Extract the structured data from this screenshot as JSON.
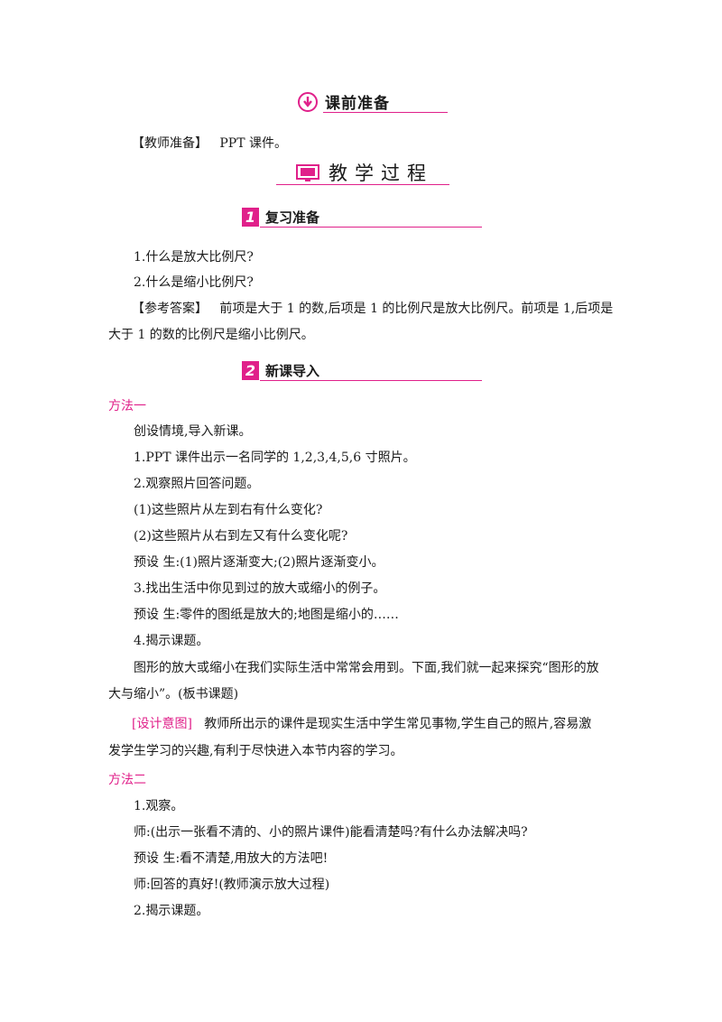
{
  "sections": {
    "prep": {
      "title": "课前准备"
    },
    "process": {
      "title": "教学过程"
    },
    "review": {
      "number": "1",
      "title": "复习准备"
    },
    "intro": {
      "number": "2",
      "title": "新课导入"
    }
  },
  "teacher_prep": {
    "label": "【教师准备】",
    "text": "PPT 课件。"
  },
  "review_items": [
    "1.什么是放大比例尺?",
    "2.什么是缩小比例尺?"
  ],
  "answer": {
    "label": "【参考答案】",
    "line1": "前项是大于 1 的数,后项是 1 的比例尺是放大比例尺。前项是 1,后项是",
    "line2": "大于 1 的数的比例尺是缩小比例尺。"
  },
  "method1": {
    "title": "方法一",
    "lines": [
      "创设情境,导入新课。",
      "1.PPT 课件出示一名同学的 1,2,3,4,5,6  寸照片。",
      "2.观察照片回答问题。",
      "(1)这些照片从左到右有什么变化?",
      "(2)这些照片从右到左又有什么变化呢?",
      "预设  生:(1)照片逐渐变大;(2)照片逐渐变小。",
      "3.找出生活中你见到过的放大或缩小的例子。",
      "预设  生:零件的图纸是放大的;地图是缩小的……",
      "4.揭示课题。",
      "图形的放大或缩小在我们实际生活中常常会用到。下面,我们就一起来探究“图形的放"
    ],
    "wrap": "大与缩小”。(板书课题)",
    "design_label": "[设计意图]",
    "design_line1": "教师所出示的课件是现实生活中学生常见事物,学生自己的照片,容易激",
    "design_line2": "发学生学习的兴趣,有利于尽快进入本节内容的学习。"
  },
  "method2": {
    "title": "方法二",
    "lines": [
      "1.观察。",
      "师:(出示一张看不清的、小的照片课件)能看清楚吗?有什么办法解决吗?",
      "预设  生:看不清楚,用放大的方法吧!",
      "师:回答的真好!(教师演示放大过程)",
      "2.揭示课题。"
    ]
  },
  "colors": {
    "accent": "#e0208a",
    "text": "#1a1a1a"
  },
  "icons": [
    "download-circle-icon",
    "monitor-icon"
  ]
}
